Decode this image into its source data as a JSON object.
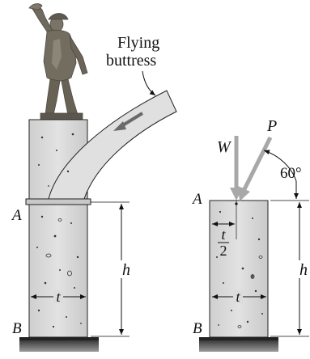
{
  "left_figure": {
    "callout_label_line1": "Flying",
    "callout_label_line2": "buttress",
    "label_A": "A",
    "label_B": "B",
    "label_h": "h",
    "label_t": "t"
  },
  "right_figure": {
    "label_W": "W",
    "label_P": "P",
    "label_angle": "60°",
    "label_A": "A",
    "label_B": "B",
    "label_h": "h",
    "label_t": "t",
    "fraction_numerator": "t",
    "fraction_denominator": "2"
  },
  "colors": {
    "stone": "#d6d6d6",
    "stone_dark": "#c4c4c4",
    "ground": "#555555",
    "arrow_gray": "#a8a8a8",
    "statue": "#6f6a5e"
  },
  "icons": [
    "statue-illustration",
    "flying-buttress-arrow-icon"
  ]
}
